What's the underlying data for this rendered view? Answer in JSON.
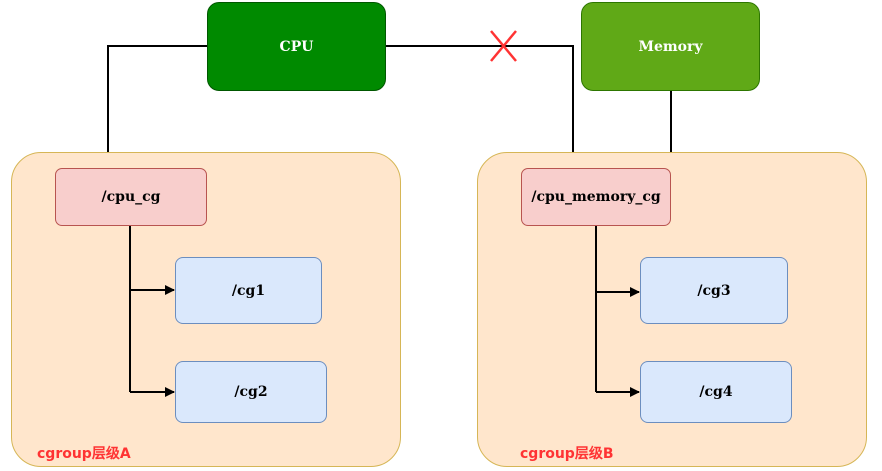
{
  "resources": {
    "cpu": {
      "label": "CPU",
      "color": "#008a00"
    },
    "memory": {
      "label": "Memory",
      "color": "#60a917"
    }
  },
  "hierarchies": [
    {
      "label": "cgroup层级A",
      "root": "/cpu_cg",
      "children": [
        "/cg1",
        "/cg2"
      ],
      "attached": [
        "cpu"
      ]
    },
    {
      "label": "cgroup层级B",
      "root": "/cpu_memory_cg",
      "children": [
        "/cg3",
        "/cg4"
      ],
      "attached": [
        "memory"
      ],
      "blocked": [
        "cpu"
      ]
    }
  ],
  "colors": {
    "group_fill": "#ffe6cc",
    "cgroup_fill": "#f8cecc",
    "leaf_fill": "#dae8fc",
    "label_red": "#ff3333",
    "blocked_mark": "#ff3333"
  }
}
